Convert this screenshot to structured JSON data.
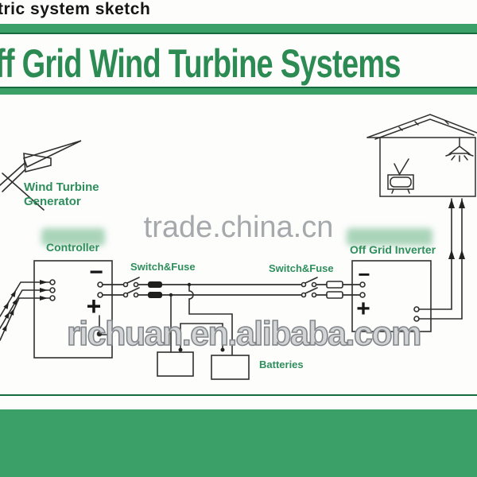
{
  "header": {
    "sketch_title": "tric system sketch"
  },
  "banner": {
    "title": "ff Grid Wind Turbine Systems"
  },
  "watermarks": {
    "center": "trade.china.cn",
    "bottom": "richuan.en.alibaba.com"
  },
  "colors": {
    "green_bar": "#3aa067",
    "green_bar_edge": "#156b3e",
    "title_green": "#2b8b52",
    "label_green": "#2e8e5c",
    "line_dark": "#2f2f2f",
    "watermark_gray": "#9ca1a4"
  },
  "diagram": {
    "labels": {
      "wind_turbine_line1": "Wind Turbine",
      "wind_turbine_line2": "Generator",
      "controller": "Controller",
      "switch_fuse_1": "Switch&Fuse",
      "switch_fuse_2": "Switch&Fuse",
      "inverter": "Off Grid Inverter",
      "batteries": "Batteries"
    },
    "symbols": {
      "controller_minus": "−",
      "controller_plus": "+",
      "inverter_minus": "−",
      "inverter_plus": "+"
    }
  }
}
